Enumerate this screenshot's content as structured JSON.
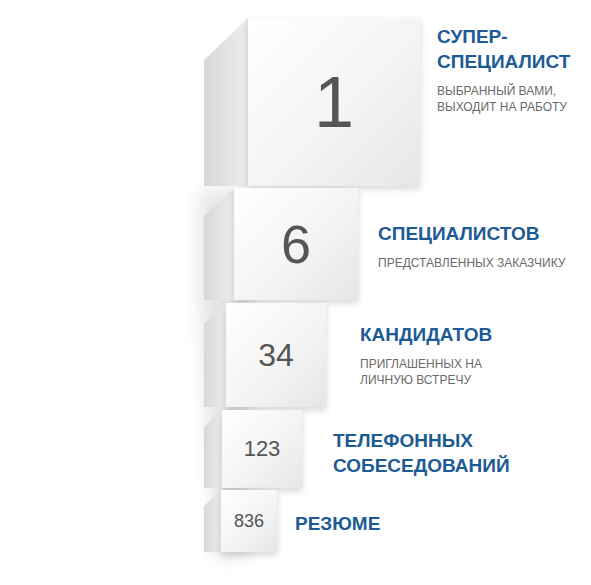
{
  "diagram": {
    "nodes": [
      {
        "text": [
          "1",
          "СУПЕР- СПЕЦИАЛИСТ",
          "ВЫБРАННЫЙ ВАМИ, ВЫХОДИТ НА РАБОТУ"
        ]
      },
      {
        "text": [
          "6",
          "СПЕЦИАЛИСТОВ",
          "ПРЕДСТАВЛЕННЫХ ЗАКАЗЧИКУ"
        ]
      },
      {
        "text": [
          "34",
          "КАНДИДАТОВ",
          "ПРИГЛАШЕННЫХ НА ЛИЧНУЮ ВСТРЕЧУ"
        ]
      },
      {
        "text": [
          "123",
          "ТЕЛЕФОННЫХ СОБЕСЕДОВАНИЙ"
        ]
      },
      {
        "text": [
          "836",
          "РЕЗЮМЕ"
        ]
      }
    ]
  }
}
